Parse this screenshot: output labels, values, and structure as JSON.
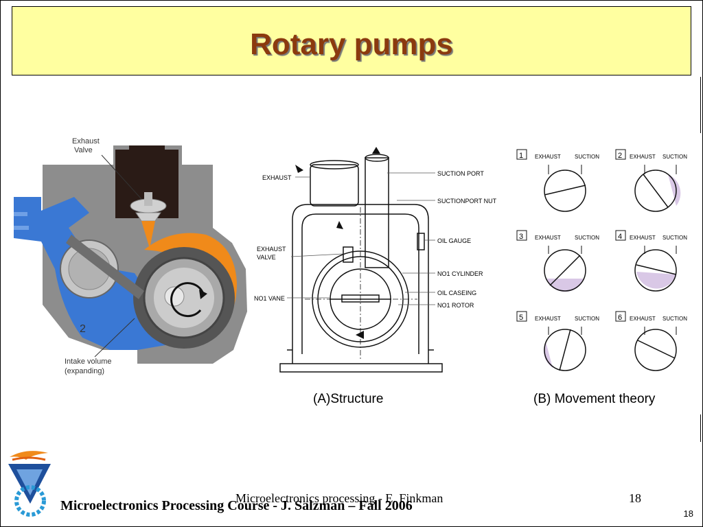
{
  "slide": {
    "title": "Rotary pumps",
    "footer_main": "Microelectronics Processing Course - J. Salzman – Fall 2006",
    "footer_overlay": "Microelectronics processing - E. Finkman",
    "footer_page": "18",
    "slide_number": "18"
  },
  "figure_left": {
    "exhaust_valve_line1": "Exhaust",
    "exhaust_valve_line2": "Valve",
    "stage_number": "2",
    "intake_line1": "Intake volume",
    "intake_line2": "(expanding)"
  },
  "figure_structure": {
    "label_exhaust": "EXHAUST",
    "label_exhaust_valve_1": "EXHAUST",
    "label_exhaust_valve_2": "VALVE",
    "label_vane": "NO1 VANE",
    "label_suction_port": "SUCTION PORT",
    "label_suction_nut": "SUCTIONPORT NUT",
    "label_oil_gauge": "OIL GAUGE",
    "label_cylinder": "NO1 CYLINDER",
    "label_oil_casing": "OIL CASEING",
    "label_rotor": "NO1 ROTOR",
    "caption": "(A)Structure"
  },
  "figure_movement": {
    "caption": "(B) Movement theory",
    "exhaust_label": "EXHAUST",
    "suction_label": "SUCTION",
    "steps": [
      "1",
      "2",
      "3",
      "4",
      "5",
      "6"
    ]
  },
  "colors": {
    "title_bg": "#ffffa0",
    "title_text": "#8b3a0e",
    "pump_blue": "#3a78d4",
    "pump_orange": "#f08a1a",
    "chamber_lilac": "#d9c8e6"
  }
}
